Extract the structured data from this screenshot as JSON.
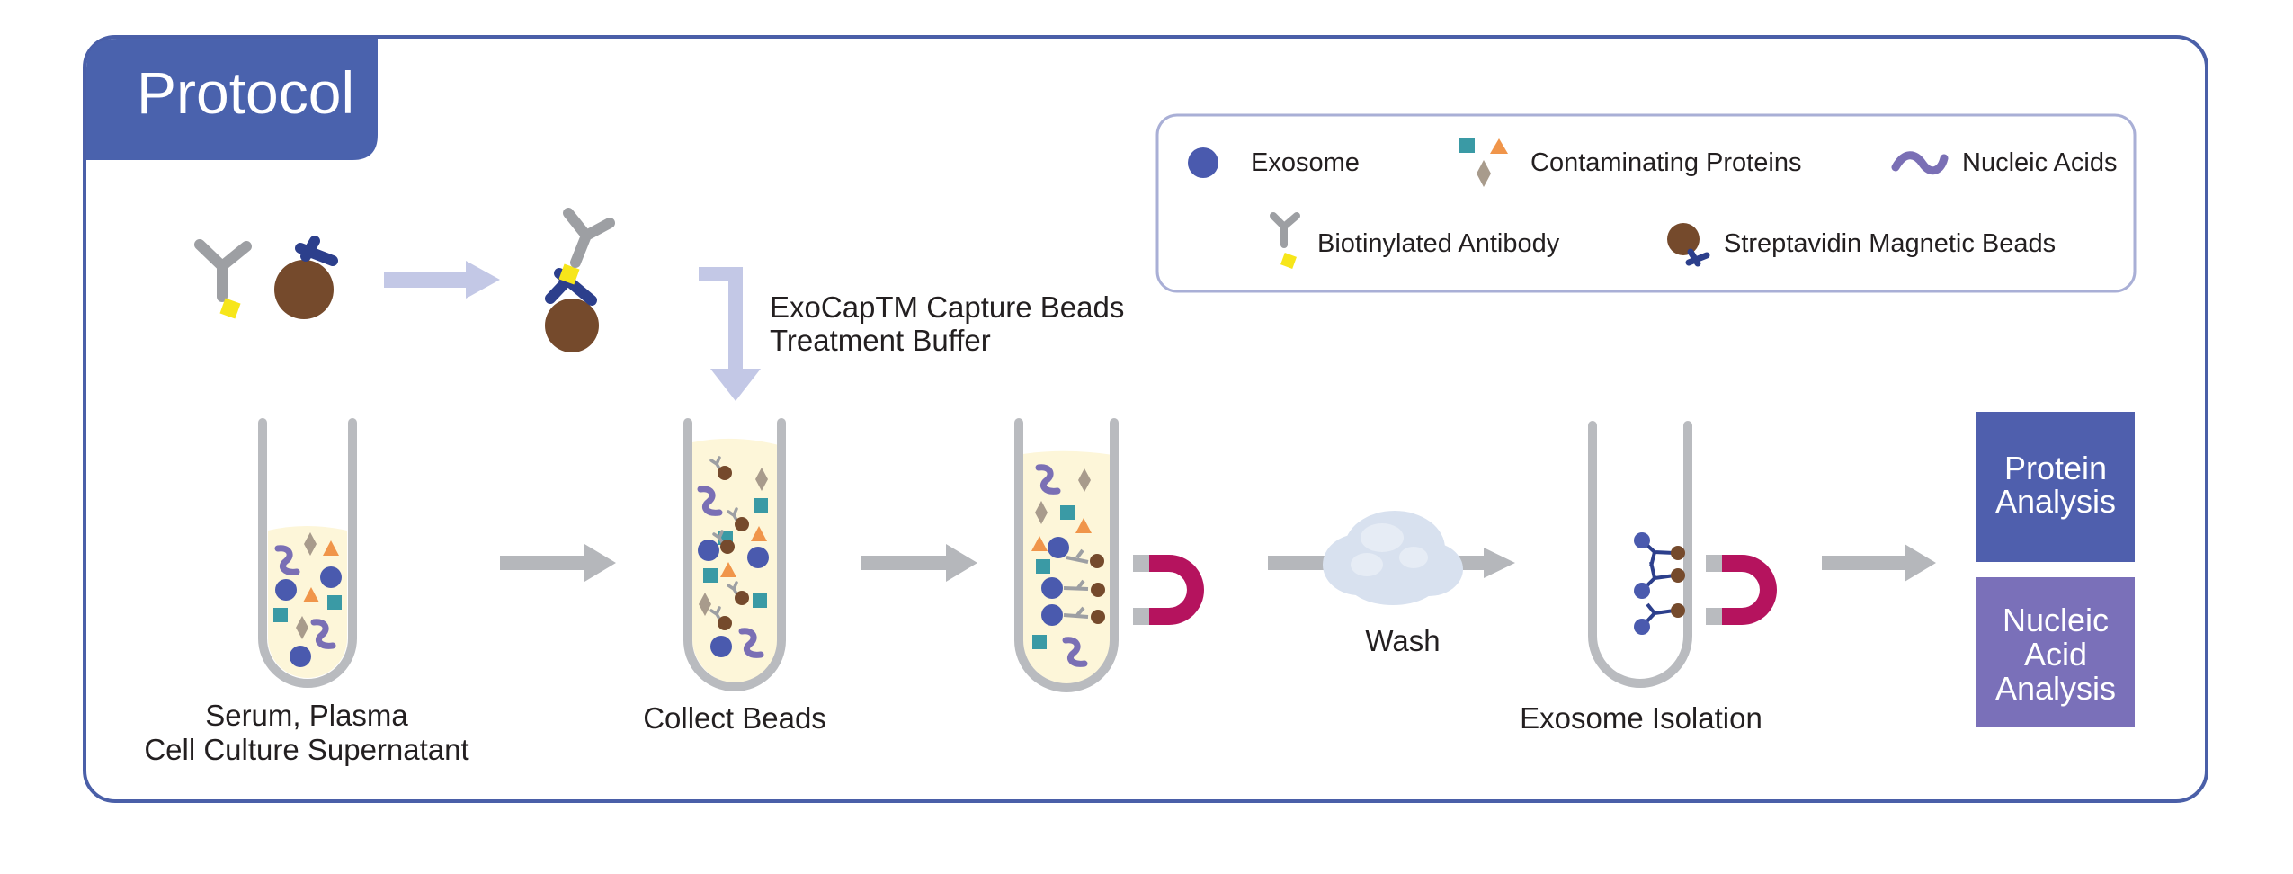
{
  "header": {
    "title": "Protocol"
  },
  "legend": {
    "exosome": "Exosome",
    "contaminating_proteins": "Contaminating Proteins",
    "nucleic_acids": "Nucleic Acids",
    "biotinylated_antibody": "Biotinylated Antibody",
    "streptavidin_beads": "Streptavidin Magnetic Beads"
  },
  "reagent": {
    "line1": "ExoCapTM Capture Beads",
    "line2": "Treatment Buffer"
  },
  "steps": {
    "sample_line1": "Serum, Plasma",
    "sample_line2": "Cell Culture Supernatant",
    "collect": "Collect Beads",
    "wash": "Wash",
    "isolation": "Exosome Isolation"
  },
  "outputs": {
    "protein_line1": "Protein",
    "protein_line2": "Analysis",
    "nucleic_line1": "Nucleic",
    "nucleic_line2": "Acid",
    "nucleic_line3": "Analysis"
  },
  "colors": {
    "frame": "#4a5fa8",
    "header_fill": "#4a62ad",
    "legend_border": "#a9afd6",
    "pale_arrow": "#c3c8e6",
    "grey_arrow": "#b5b7bb",
    "exosome": "#4a5aae",
    "bead": "#754a2c",
    "antibody": "#9d9fa3",
    "biotin": "#f7e61a",
    "streptavidin": "#2c3f8c",
    "protein_teal": "#3a9aa5",
    "protein_orange": "#f0954a",
    "protein_diamond": "#a89b8c",
    "nucleic_acid": "#7a6fb5",
    "magnet": "#b5135e",
    "tube_liquid": "#fdf6d9",
    "tube_wall": "#b9bbbf",
    "cloud": "#d8e1ef",
    "protein_box": "#4f5fad",
    "nucleic_box": "#7a70b9"
  }
}
